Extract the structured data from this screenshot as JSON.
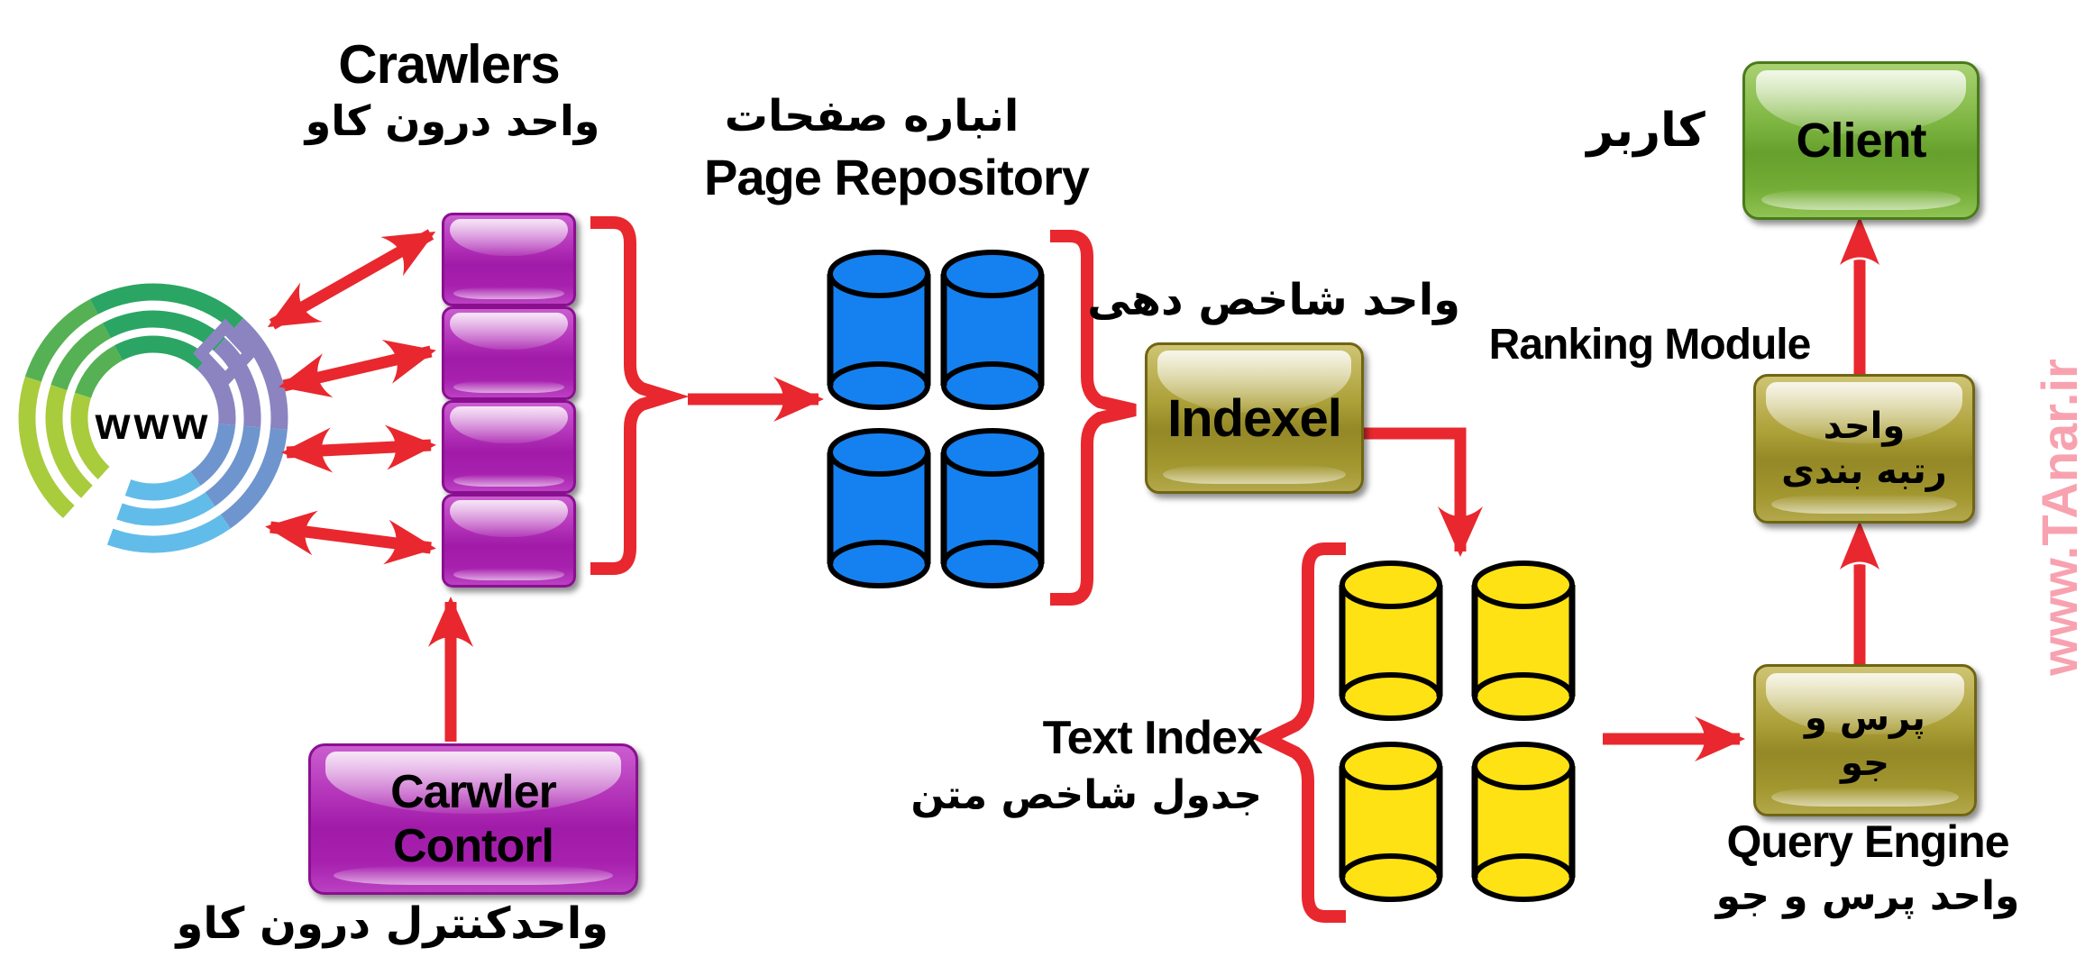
{
  "watermark": {
    "text": "www.TAnar.ir",
    "color": "#f8a2b0"
  },
  "colors": {
    "arrow_red": "#e8282e",
    "magenta_box": "#b02fb6",
    "gold_box": "#a79b33",
    "green_box": "#7cb440",
    "blue_cylinder": "#1581f0",
    "yellow_cylinder": "#ffe213"
  },
  "www": {
    "label": "www",
    "title_en": "Crawlers",
    "title_fa": "واحد درون کاو"
  },
  "page_repository": {
    "title_fa": "انباره صفحات",
    "title_en": "Page Repository"
  },
  "indexer": {
    "title_fa": "واحد شاخص دهی",
    "box_label": "Indexel"
  },
  "ranking": {
    "title_en": "Ranking Module",
    "box_line1_fa": "واحد",
    "box_line2_fa": "رتبه بندی"
  },
  "client": {
    "box_label": "Client",
    "title_fa": "کاربر"
  },
  "text_index": {
    "title_en": "Text Index",
    "title_fa": "جدول شاخص متن"
  },
  "query_engine": {
    "box_line1_fa": "پرس و",
    "box_line2_fa": "جو",
    "title_en": "Query Engine",
    "title_fa": "واحد پرس و جو"
  },
  "crawler_control": {
    "box_label": "Carwler Contorl",
    "title_fa": "واحدکنترل درون کاو"
  }
}
